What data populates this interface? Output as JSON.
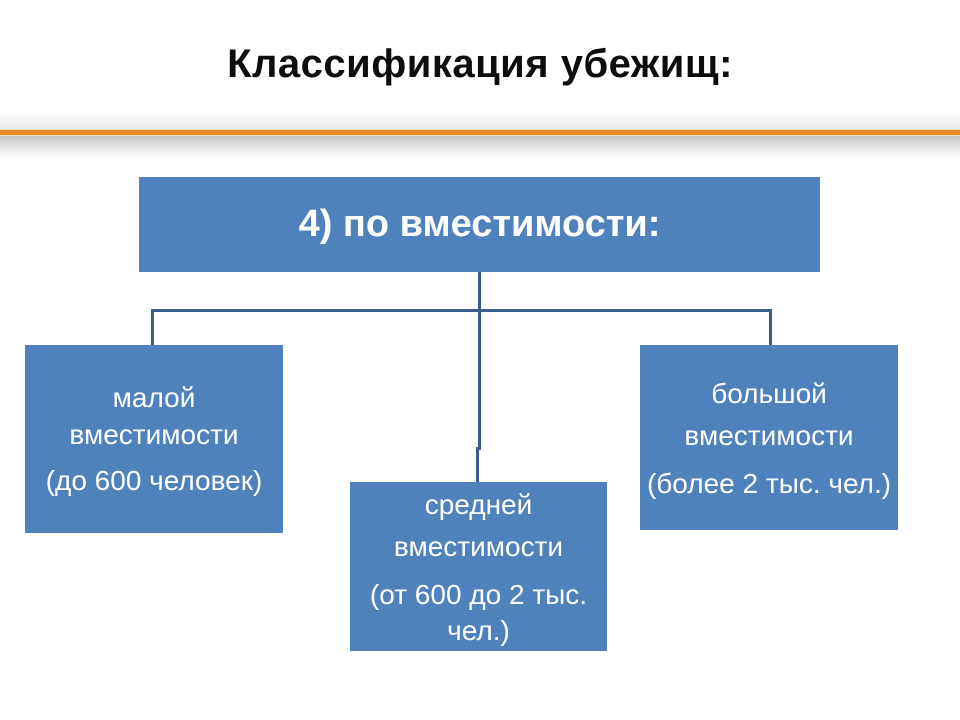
{
  "slide": {
    "title": "Классификация убежищ:",
    "root": {
      "label": "4) по вместимости:"
    },
    "children": [
      {
        "id": "small",
        "name_line": "малой вместимости",
        "capacity_line": "(до 600 человек)"
      },
      {
        "id": "medium",
        "name_line": "средней вместимости",
        "capacity_line": "(от 600 до 2 тыс. чел.)"
      },
      {
        "id": "large",
        "name_line": "большой вместимости",
        "capacity_line": "(более 2 тыс. чел.)"
      }
    ],
    "colors": {
      "box_fill": "#4f81bd",
      "connector_line": "#3a5f8e",
      "accent_rule": "#e8872c",
      "box_text": "#ffffff",
      "title_text": "#0d0d0d"
    }
  }
}
